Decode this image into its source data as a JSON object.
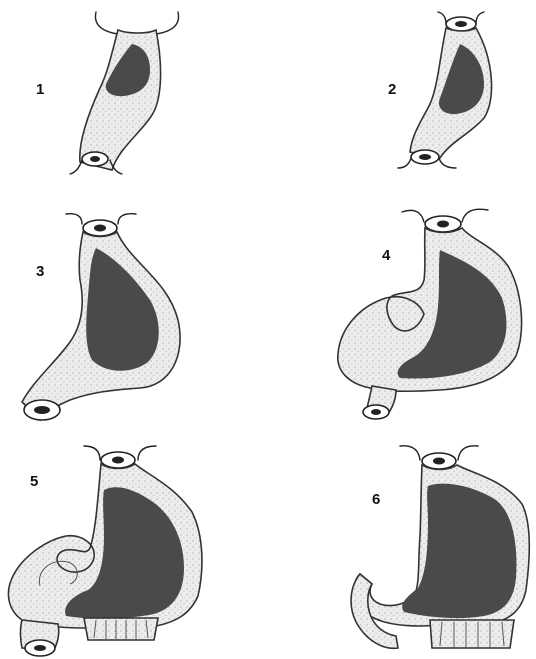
{
  "stages": [
    {
      "label": "1",
      "name": "stage-1"
    },
    {
      "label": "2",
      "name": "stage-2"
    },
    {
      "label": "3",
      "name": "stage-3"
    },
    {
      "label": "4",
      "name": "stage-4"
    },
    {
      "label": "5",
      "name": "stage-5"
    },
    {
      "label": "6",
      "name": "stage-6"
    }
  ],
  "colors": {
    "wall": "#e6e6e6",
    "lumen": "#4a4a4a",
    "outline": "#333333"
  }
}
